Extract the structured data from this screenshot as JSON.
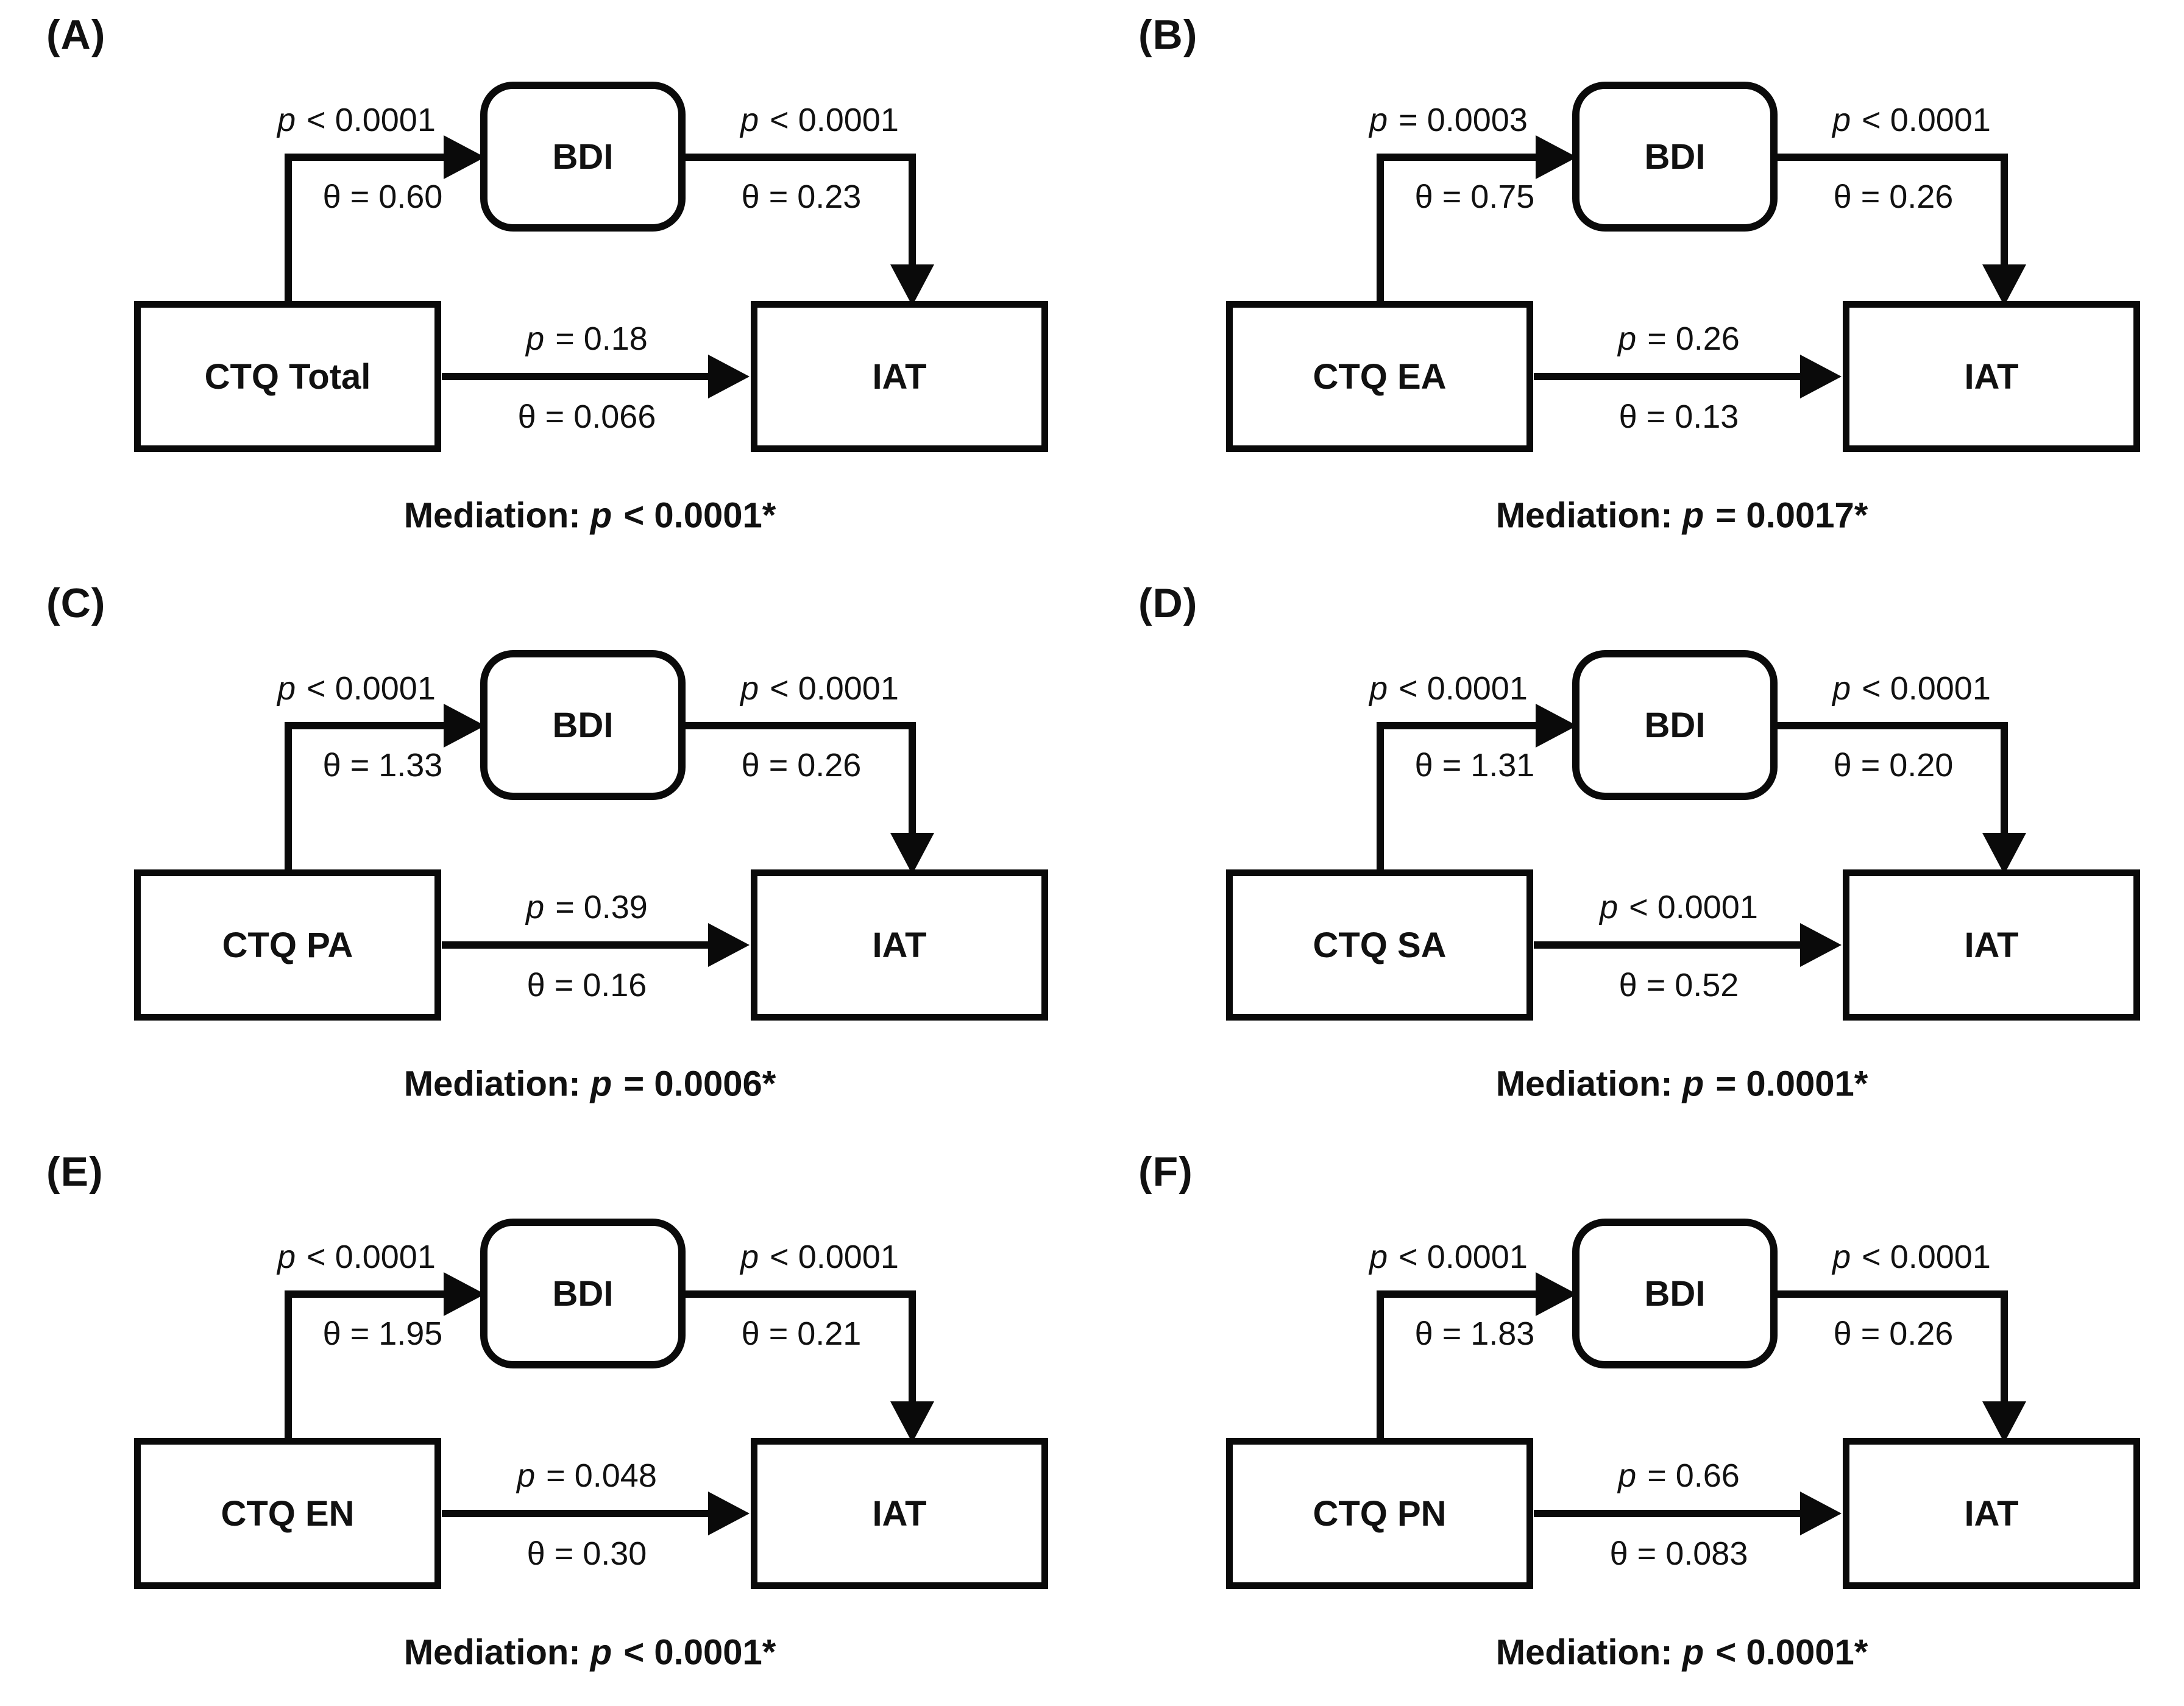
{
  "symbols": {
    "p_italic": "p",
    "theta": "θ"
  },
  "mediation_label": "Mediation:",
  "panels": [
    {
      "label": "(A)",
      "predictor": "CTQ Total",
      "mediator": "BDI",
      "outcome": "IAT",
      "path_a": {
        "p": " < 0.0001",
        "theta": "θ = 0.60"
      },
      "path_b": {
        "p": " < 0.0001",
        "theta": "θ = 0.23"
      },
      "path_c": {
        "p": " = 0.18",
        "theta": "θ = 0.066"
      },
      "mediation_p": " < 0.0001*"
    },
    {
      "label": "(B)",
      "predictor": "CTQ EA",
      "mediator": "BDI",
      "outcome": "IAT",
      "path_a": {
        "p": " = 0.0003",
        "theta": "θ = 0.75"
      },
      "path_b": {
        "p": " < 0.0001",
        "theta": "θ = 0.26"
      },
      "path_c": {
        "p": " = 0.26",
        "theta": "θ = 0.13"
      },
      "mediation_p": " = 0.0017*"
    },
    {
      "label": "(C)",
      "predictor": "CTQ PA",
      "mediator": "BDI",
      "outcome": "IAT",
      "path_a": {
        "p": " < 0.0001",
        "theta": "θ = 1.33"
      },
      "path_b": {
        "p": " < 0.0001",
        "theta": "θ = 0.26"
      },
      "path_c": {
        "p": " = 0.39",
        "theta": "θ = 0.16"
      },
      "mediation_p": " = 0.0006*"
    },
    {
      "label": "(D)",
      "predictor": "CTQ SA",
      "mediator": "BDI",
      "outcome": "IAT",
      "path_a": {
        "p": " < 0.0001",
        "theta": "θ = 1.31"
      },
      "path_b": {
        "p": " < 0.0001",
        "theta": "θ = 0.20"
      },
      "path_c": {
        "p": " < 0.0001",
        "theta": "θ = 0.52"
      },
      "mediation_p": " = 0.0001*"
    },
    {
      "label": "(E)",
      "predictor": "CTQ EN",
      "mediator": "BDI",
      "outcome": "IAT",
      "path_a": {
        "p": " < 0.0001",
        "theta": "θ = 1.95"
      },
      "path_b": {
        "p": " < 0.0001",
        "theta": "θ = 0.21"
      },
      "path_c": {
        "p": " = 0.048",
        "theta": "θ = 0.30"
      },
      "mediation_p": " < 0.0001*"
    },
    {
      "label": "(F)",
      "predictor": "CTQ PN",
      "mediator": "BDI",
      "outcome": "IAT",
      "path_a": {
        "p": " < 0.0001",
        "theta": "θ = 1.83"
      },
      "path_b": {
        "p": " < 0.0001",
        "theta": "θ = 0.26"
      },
      "path_c": {
        "p": " = 0.66",
        "theta": "θ = 0.083"
      },
      "mediation_p": " < 0.0001*"
    }
  ]
}
